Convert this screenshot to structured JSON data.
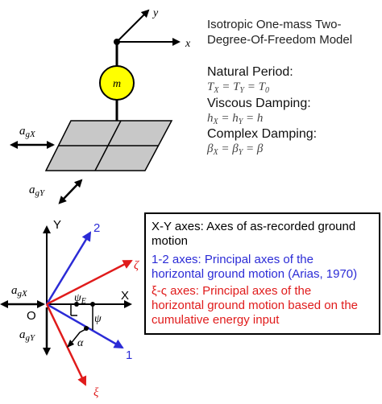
{
  "model": {
    "title_line1": "Isotropic One-mass Two-",
    "title_line2": "Degree-Of-Freedom Model",
    "natural_period_label": "Natural Period:",
    "natural_period_eq": "T_X = T_Y = T_0",
    "viscous_label": "Viscous Damping:",
    "viscous_eq": "h_X = h_Y = h",
    "complex_label": "Complex Damping:",
    "complex_eq": "β_X = β_Y = β",
    "mass_label": "m",
    "axis_x": "x",
    "axis_y": "y",
    "agx_label": "a_gX",
    "agy_label": "a_gY"
  },
  "axes_diagram": {
    "Y_label": "Y",
    "X_label": "X",
    "O_label": "O",
    "label_2": "2",
    "label_1": "1",
    "zeta_label": "ζ",
    "xi_label": "ξ",
    "psiE_label": "ψ_E",
    "psi_label": "ψ",
    "alpha_label": "α",
    "agx_label": "a_gX",
    "agy_label": "a_gY"
  },
  "legend": {
    "black_line1": "X-Y axes: Axes of as-recorded ground",
    "black_line2": "motion",
    "blue_line1": "1-2 axes: Principal axes of the",
    "blue_line2": "horizontal ground motion (Arias, 1970)",
    "red_line1": "ξ-ς axes: Principal axes of the",
    "red_line2": "horizontal ground motion based on the",
    "red_line3": "cumulative energy input"
  },
  "colors": {
    "mass_fill": "#ffff00",
    "plate_fill": "#c8c8c8",
    "blue_axes": "#2b2bd6",
    "red_axes": "#e01b1b",
    "black": "#000000"
  }
}
